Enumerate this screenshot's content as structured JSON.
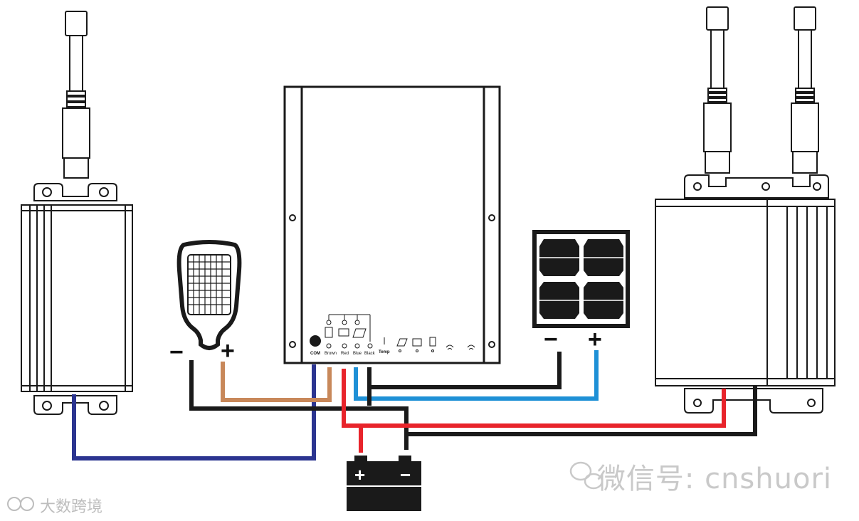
{
  "colors": {
    "line": "#1a1a1a",
    "wire_black": "#1a1a1a",
    "wire_red": "#e8242b",
    "wire_blue": "#1e90d6",
    "wire_brown": "#c8885a",
    "wire_navy": "#2b3490"
  },
  "lamp": {
    "minus": "−",
    "plus": "+"
  },
  "solar_panel": {
    "minus": "−",
    "plus": "+"
  },
  "battery": {
    "plus": "+",
    "minus": "−"
  },
  "controller": {
    "terminals": [
      {
        "label": "COM"
      },
      {
        "label": "Brown"
      },
      {
        "label": "Red"
      },
      {
        "label": "Blue"
      },
      {
        "label": "Black"
      },
      {
        "label": "Temp"
      }
    ]
  },
  "watermarks": {
    "right": "微信号: cnshuori",
    "left": "大数跨境"
  }
}
